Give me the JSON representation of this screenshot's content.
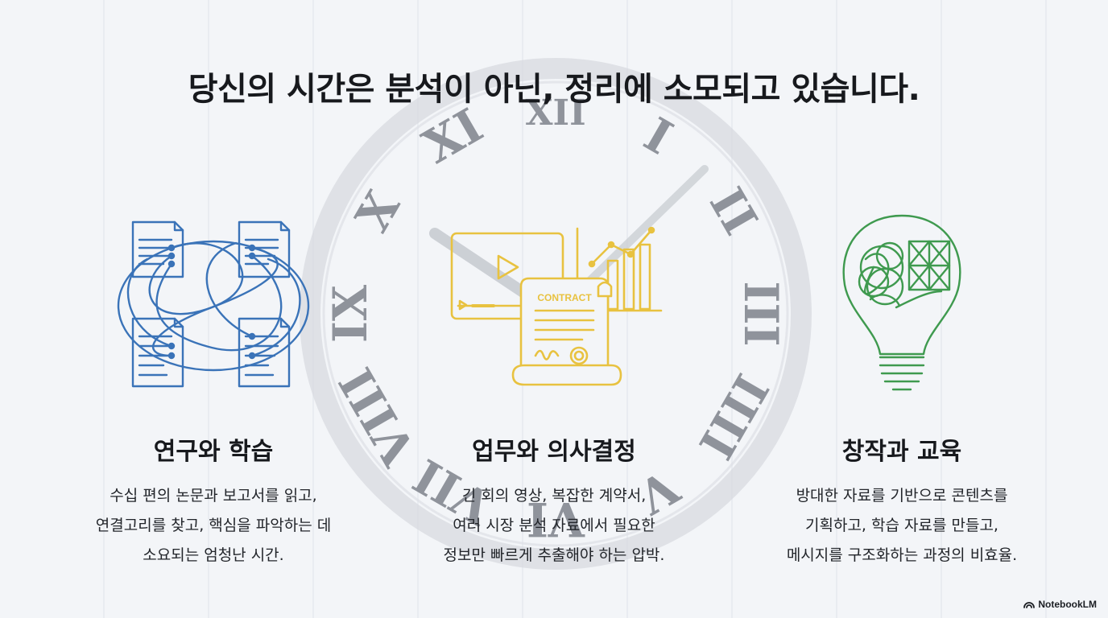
{
  "headline": "당신의 시간은 분석이 아닌, 정리에 소모되고 있습니다.",
  "clock": {
    "numerals": [
      "XII",
      "I",
      "II",
      "III",
      "IIII",
      "V",
      "VI",
      "VII",
      "VIII",
      "IX",
      "X",
      "XI"
    ]
  },
  "columns": [
    {
      "title": "연구와 학습",
      "icon": "tangled-documents-icon",
      "desc": [
        "수십 편의 논문과 보고서를 읽고,",
        "연결고리를 찾고, 핵심을 파악하는 데",
        "소요되는 엄청난 시간."
      ],
      "color": "#3a73b8"
    },
    {
      "title": "업무와 의사결정",
      "icon": "contract-video-chart-icon",
      "contract_label": "CONTRACT",
      "desc": [
        "긴 회의 영상, 복잡한 계약서,",
        "여러 시장 분석 자료에서 필요한",
        "정보만 빠르게 추출해야 하는 압박."
      ],
      "color": "#e8c240"
    },
    {
      "title": "창작과 교육",
      "icon": "tangled-lightbulb-icon",
      "desc": [
        "방대한 자료를 기반으로 콘텐츠를",
        "기획하고, 학습 자료를 만들고,",
        "메시지를 구조화하는 과정의 비효율."
      ],
      "color": "#3f9a4f"
    }
  ],
  "brand": "NotebookLM"
}
